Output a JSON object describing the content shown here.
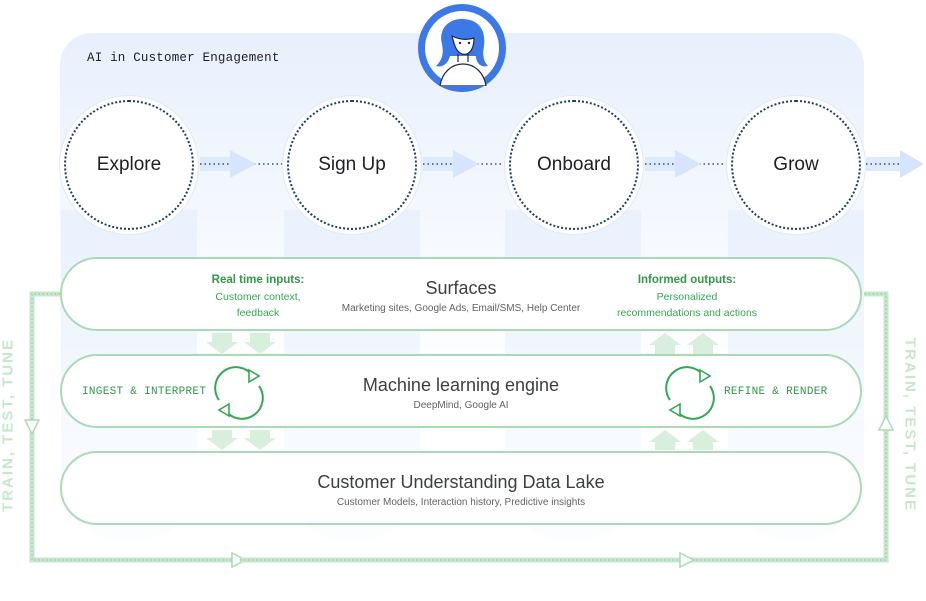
{
  "diagram": {
    "title": "AI in Customer Engagement",
    "stages": [
      "Explore",
      "Sign Up",
      "Onboard",
      "Grow"
    ],
    "layers": [
      {
        "title": "Surfaces",
        "subtitle": "Marketing sites, Google Ads, Email/SMS, Help Center"
      },
      {
        "title": "Machine learning engine",
        "subtitle": "DeepMind, Google AI"
      },
      {
        "title": "Customer Understanding Data Lake",
        "subtitle": "Customer Models, Interaction history, Predictive insights"
      }
    ],
    "inputs": {
      "heading": "Real time inputs:",
      "line1": "Customer context,",
      "line2": "feedback"
    },
    "outputs": {
      "heading": "Informed outputs:",
      "line1": "Personalized",
      "line2": "recommendations and actions"
    },
    "ingest_label": "INGEST & INTERPRET",
    "refine_label": "REFINE & RENDER",
    "loop_label": "TRAIN, TEST, TUNE"
  },
  "colors": {
    "accent_blue": "#3c78e6",
    "accent_green": "#34a853",
    "layer_border": "#a8dbb4",
    "panel_tint": "#e8f0fd"
  },
  "icons": [
    "person-avatar-icon",
    "cycle-arrows-icon",
    "flow-arrow-icon"
  ]
}
